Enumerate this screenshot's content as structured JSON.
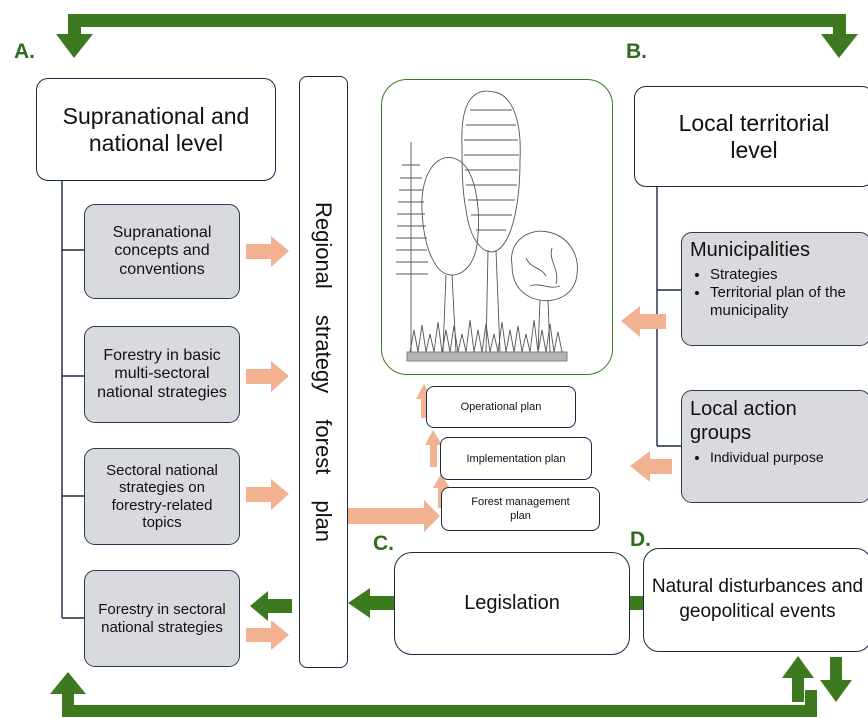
{
  "letters": {
    "a": "A.",
    "b": "B.",
    "c": "C.",
    "d": "D."
  },
  "national": {
    "title": "Supranational and national level",
    "items": [
      "Supranational concepts and conventions",
      "Forestry in basic multi-sectoral national strategies",
      "Sectoral national strategies on forestry-related topics",
      "Forestry in sectoral national strategies"
    ]
  },
  "regional": {
    "title": "Regional strategy forest plan"
  },
  "local": {
    "title": "Local territorial level",
    "municipalities": {
      "title": "Municipalities",
      "bullets": [
        "Strategies",
        "Territorial plan of the municipality"
      ]
    },
    "lag": {
      "title": "Local action groups",
      "bullets": [
        "Individual purpose"
      ]
    }
  },
  "plans": {
    "operational": "Operational plan",
    "implementation": "Implementation plan",
    "management": "Forest management plan"
  },
  "legislation": "Legislation",
  "disturbances": "Natural disturbances and geopolitical events",
  "colors": {
    "green": "#3d7a1f",
    "salmon": "#f2b191",
    "grey": "#d9dadd",
    "navy": "#1a2a44",
    "letter": "#2f6d1c"
  },
  "icons": [
    "forest-illustration",
    "green-arrow",
    "salmon-arrow"
  ]
}
